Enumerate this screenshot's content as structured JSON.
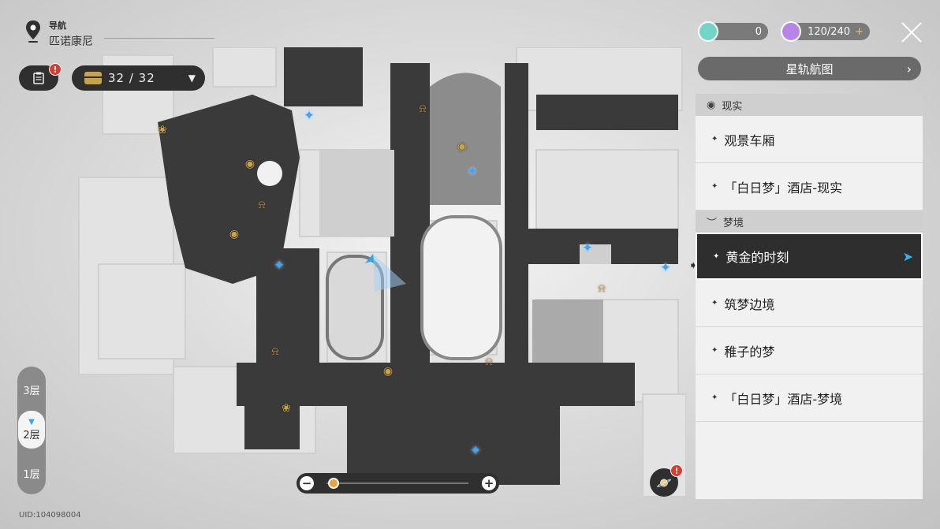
{
  "nav": {
    "label": "导航",
    "region": "匹诺康尼"
  },
  "quest": {
    "badge": "!"
  },
  "chest": {
    "count": "32 / 32"
  },
  "resources": [
    {
      "value": "0",
      "color": "#6fd6c8"
    },
    {
      "value": "120/240",
      "color": "#b884e8",
      "plus": "+"
    }
  ],
  "star_rail_map": {
    "label": "星轨航图",
    "chevron": "›"
  },
  "panel": {
    "groups": [
      {
        "icon": "eye-icon",
        "glyph": "◉",
        "title": "现实",
        "items": [
          {
            "label": "观景车厢"
          },
          {
            "label": "「白日梦」酒店-现实"
          }
        ]
      },
      {
        "icon": "dream-icon",
        "glyph": "︶",
        "title": "梦境",
        "items": [
          {
            "label": "黄金的时刻",
            "active": true
          },
          {
            "label": "筑梦边境"
          },
          {
            "label": "稚子的梦"
          },
          {
            "label": "「白日梦」酒店-梦境"
          }
        ]
      }
    ]
  },
  "floors": {
    "top": "3层",
    "current": "2层",
    "bottom": "1层"
  },
  "zoom": {
    "minus": "−",
    "plus": "+",
    "level": 0.05
  },
  "planet": {
    "badge": "!"
  },
  "uid": "UID:104098004",
  "accent": "#34b7e6"
}
